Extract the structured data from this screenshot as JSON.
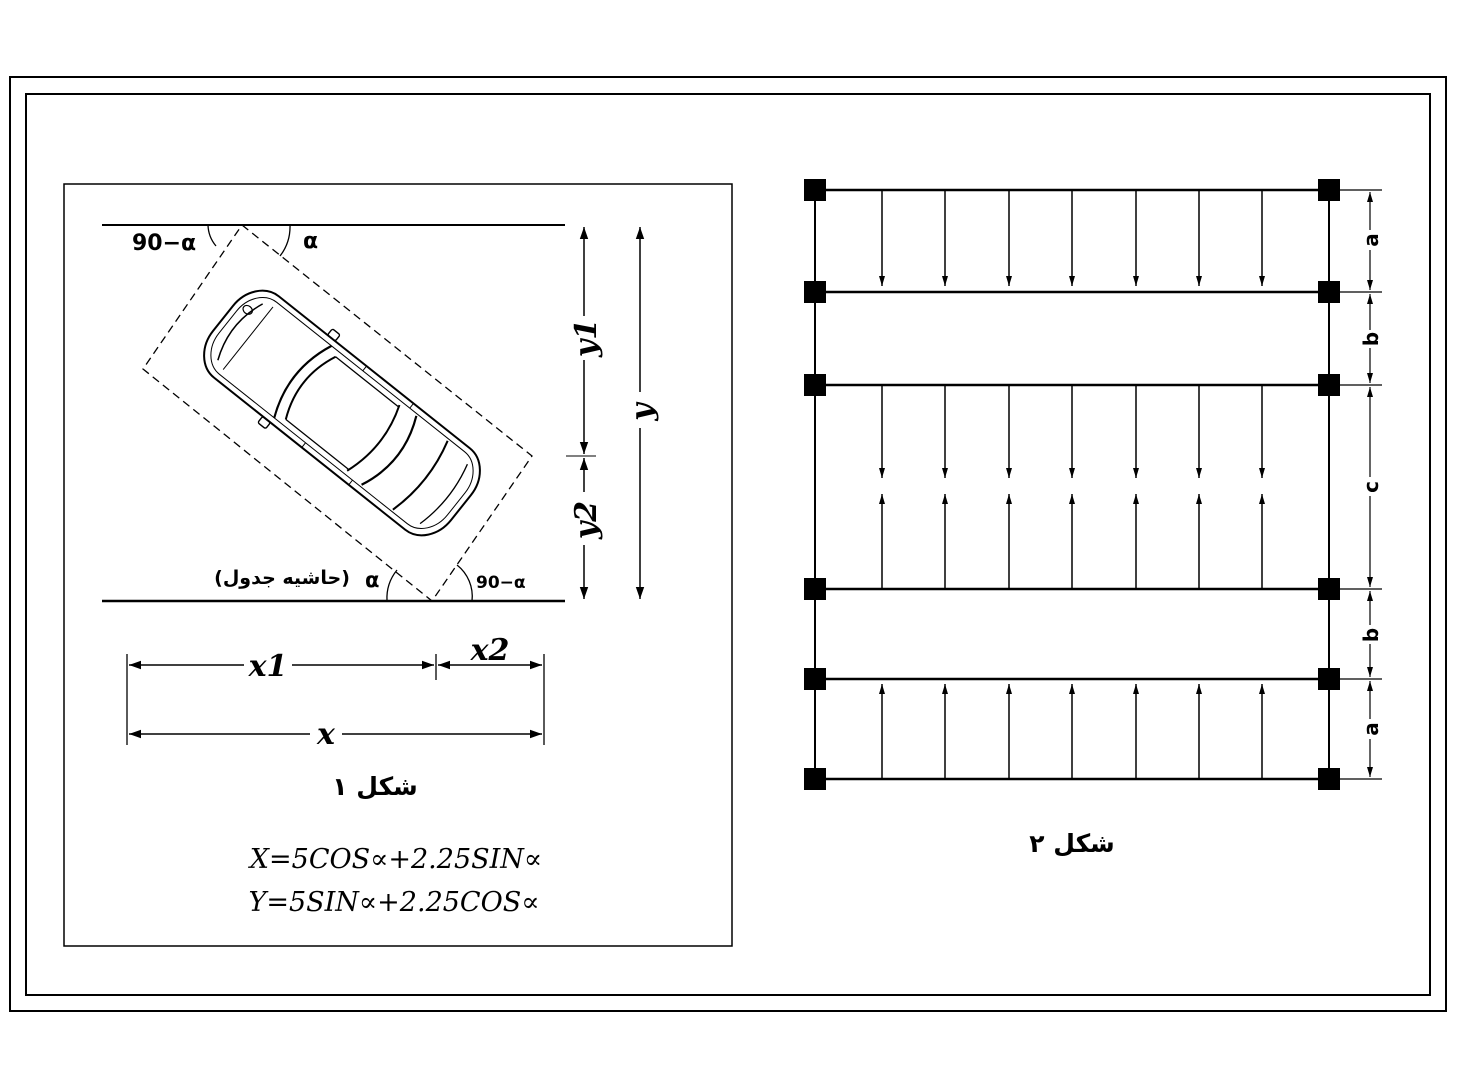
{
  "fig1": {
    "angle_top_left": "90−α",
    "angle_top_right": "α",
    "angle_bottom_left": "α",
    "angle_bottom_right": "90−α",
    "curb_label": "(حاشیه جدول)",
    "y1_label": "y1",
    "y2_label": "y2",
    "y_label": "y",
    "x1_label": "x1",
    "x2_label": "x2",
    "x_label": "x",
    "caption": "شکل ۱",
    "formula_x": "X=5COS∝+2.25SIN∝",
    "formula_y": "Y=5SIN∝+2.25COS∝"
  },
  "fig2": {
    "dim_labels": [
      "a",
      "b",
      "c",
      "b",
      "a"
    ],
    "caption": "شکل ۲"
  }
}
